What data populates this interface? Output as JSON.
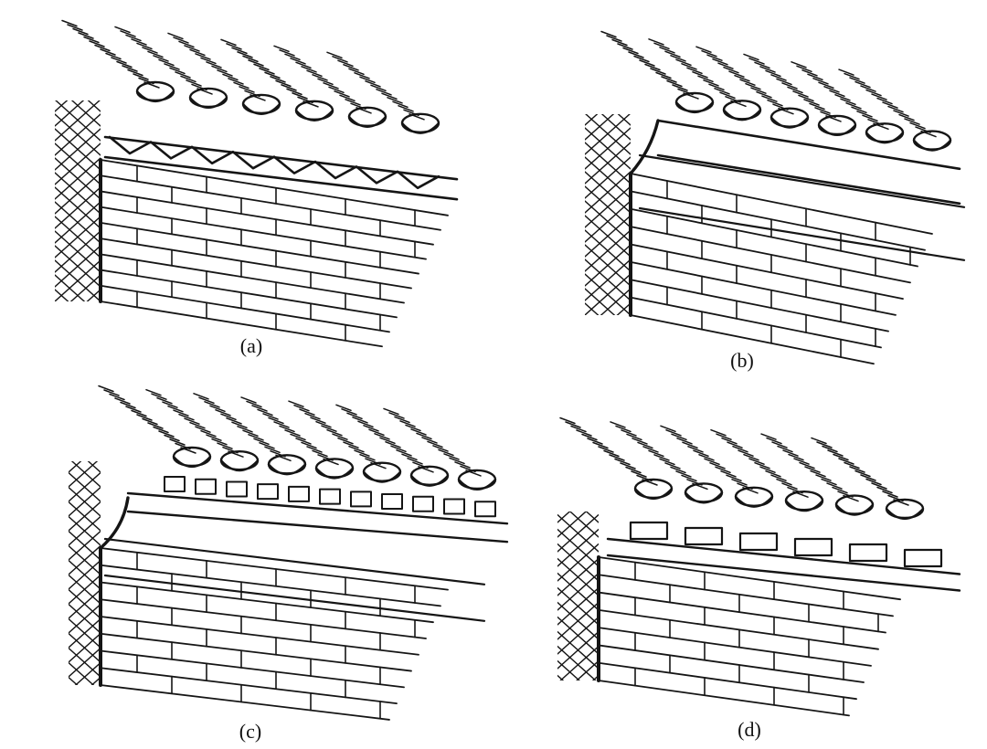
{
  "figure": {
    "panels": [
      {
        "id": "a",
        "label": "(a)",
        "cornice": "zigzag"
      },
      {
        "id": "b",
        "label": "(b)",
        "cornice": "curved"
      },
      {
        "id": "c",
        "label": "(c)",
        "cornice": "curved-dentil"
      },
      {
        "id": "d",
        "label": "(d)",
        "cornice": "corbel"
      }
    ]
  }
}
